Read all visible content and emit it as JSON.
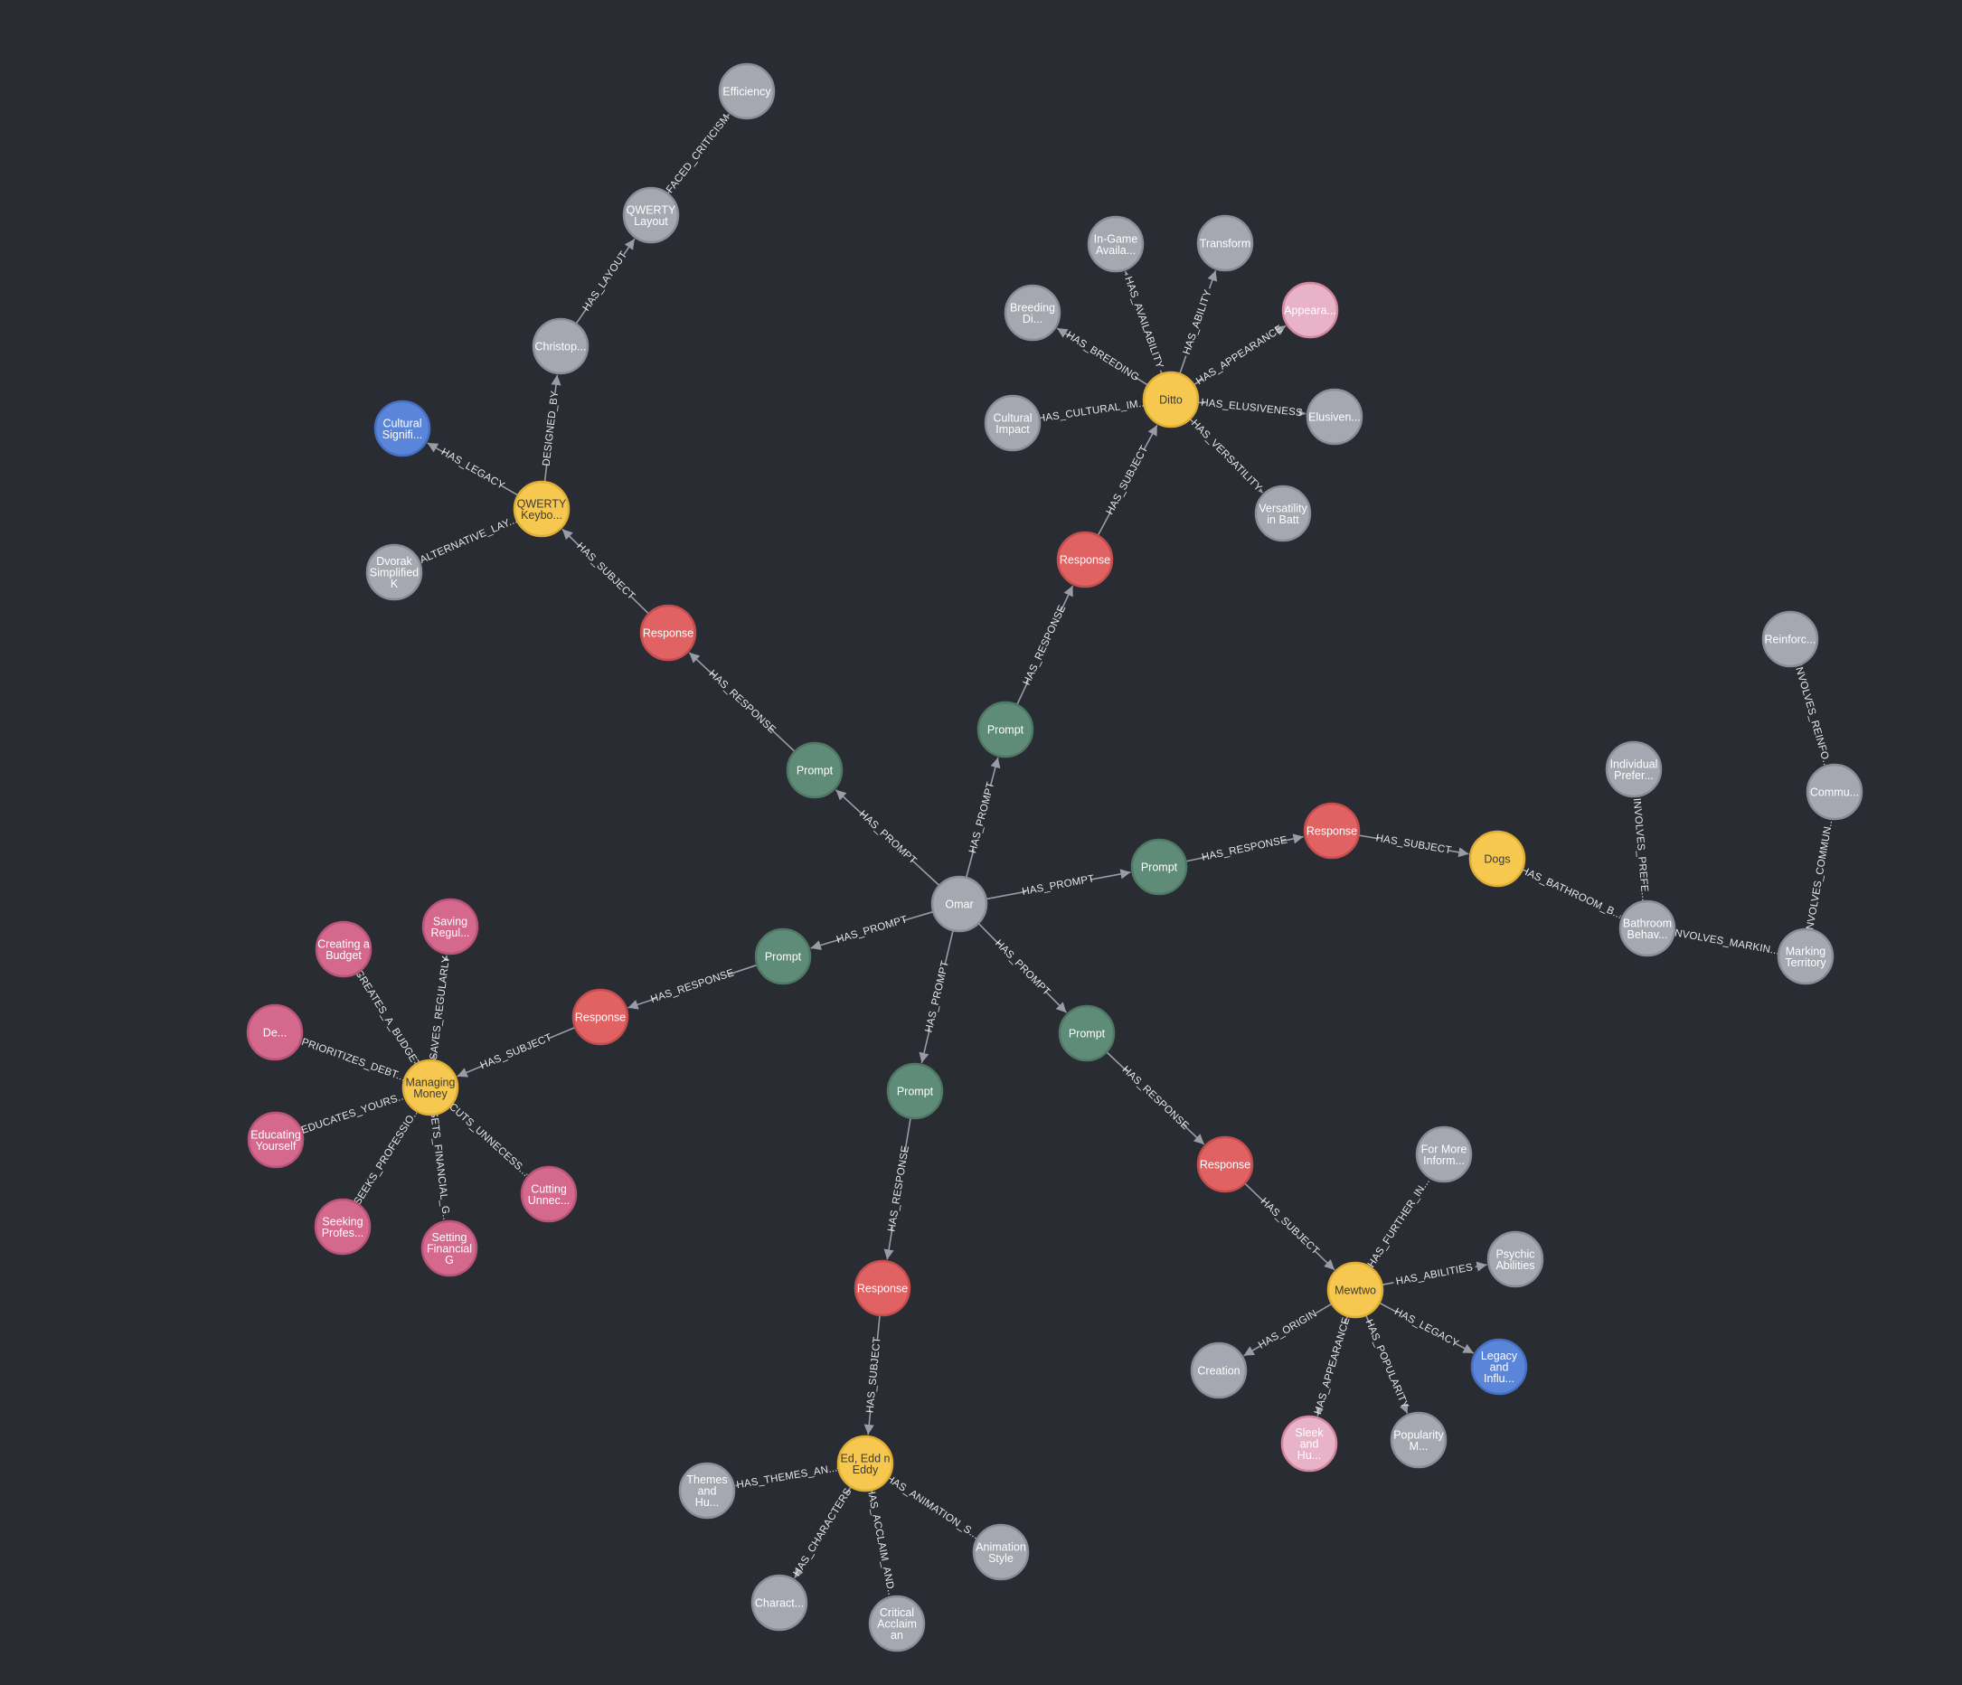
{
  "colors": {
    "background": "#2a2c33",
    "edge": "#9a9ca5",
    "edge_label": "#e6e7ea",
    "gray": {
      "fill": "#a5a7b1",
      "stroke": "#8b8d96",
      "text": "#ffffff"
    },
    "green": {
      "fill": "#5f8c78",
      "stroke": "#4f7864",
      "text": "#ffffff"
    },
    "red": {
      "fill": "#e06262",
      "stroke": "#c44d4d",
      "text": "#ffffff"
    },
    "yellow": {
      "fill": "#f6c84f",
      "stroke": "#dfae34",
      "text": "#3a3a3a"
    },
    "pink": {
      "fill": "#d4688d",
      "stroke": "#b95377",
      "text": "#ffffff"
    },
    "lightpink": {
      "fill": "#e8b3c7",
      "stroke": "#d4869f",
      "text": "#ffffff"
    },
    "blue": {
      "fill": "#5a85d9",
      "stroke": "#4470c4",
      "text": "#ffffff"
    }
  },
  "nodes": [
    {
      "id": "omar",
      "label": [
        "Omar"
      ],
      "color": "gray"
    },
    {
      "id": "p_qwerty",
      "label": [
        "Prompt"
      ],
      "color": "green"
    },
    {
      "id": "r_qwerty",
      "label": [
        "Response"
      ],
      "color": "red"
    },
    {
      "id": "qwerty",
      "label": [
        "QWERTY",
        "Keybo..."
      ],
      "color": "yellow"
    },
    {
      "id": "cultural_sig",
      "label": [
        "Cultural",
        "Signifi..."
      ],
      "color": "blue"
    },
    {
      "id": "dvorak",
      "label": [
        "Dvorak",
        "Simplified",
        "K"
      ],
      "color": "gray"
    },
    {
      "id": "christop",
      "label": [
        "Christop..."
      ],
      "color": "gray"
    },
    {
      "id": "qwerty_layout",
      "label": [
        "QWERTY",
        "Layout"
      ],
      "color": "gray"
    },
    {
      "id": "efficiency",
      "label": [
        "Efficiency"
      ],
      "color": "gray"
    },
    {
      "id": "p_ditto",
      "label": [
        "Prompt"
      ],
      "color": "green"
    },
    {
      "id": "r_ditto",
      "label": [
        "Response"
      ],
      "color": "red"
    },
    {
      "id": "ditto",
      "label": [
        "Ditto"
      ],
      "color": "yellow"
    },
    {
      "id": "ingame",
      "label": [
        "In-Game",
        "Availa..."
      ],
      "color": "gray"
    },
    {
      "id": "transform",
      "label": [
        "Transform"
      ],
      "color": "gray"
    },
    {
      "id": "breeding",
      "label": [
        "Breeding",
        "Di..."
      ],
      "color": "gray"
    },
    {
      "id": "appeara",
      "label": [
        "Appeara..."
      ],
      "color": "lightpink"
    },
    {
      "id": "cultural_impact",
      "label": [
        "Cultural",
        "Impact"
      ],
      "color": "gray"
    },
    {
      "id": "elusiven",
      "label": [
        "Elusiven..."
      ],
      "color": "gray"
    },
    {
      "id": "versatility",
      "label": [
        "Versatility",
        "in Batt"
      ],
      "color": "gray"
    },
    {
      "id": "p_dogs",
      "label": [
        "Prompt"
      ],
      "color": "green"
    },
    {
      "id": "r_dogs",
      "label": [
        "Response"
      ],
      "color": "red"
    },
    {
      "id": "dogs",
      "label": [
        "Dogs"
      ],
      "color": "yellow"
    },
    {
      "id": "bathroom",
      "label": [
        "Bathroom",
        "Behav..."
      ],
      "color": "gray"
    },
    {
      "id": "individual",
      "label": [
        "Individual",
        "Prefer..."
      ],
      "color": "gray"
    },
    {
      "id": "marking",
      "label": [
        "Marking",
        "Territory"
      ],
      "color": "gray"
    },
    {
      "id": "commu",
      "label": [
        "Commu..."
      ],
      "color": "gray"
    },
    {
      "id": "reinforc",
      "label": [
        "Reinforc..."
      ],
      "color": "gray"
    },
    {
      "id": "p_money",
      "label": [
        "Prompt"
      ],
      "color": "green"
    },
    {
      "id": "r_money",
      "label": [
        "Response"
      ],
      "color": "red"
    },
    {
      "id": "money",
      "label": [
        "Managing",
        "Money"
      ],
      "color": "yellow"
    },
    {
      "id": "creating_budget",
      "label": [
        "Creating a",
        "Budget"
      ],
      "color": "pink"
    },
    {
      "id": "saving_regul",
      "label": [
        "Saving",
        "Regul..."
      ],
      "color": "pink"
    },
    {
      "id": "de",
      "label": [
        "De..."
      ],
      "color": "pink"
    },
    {
      "id": "educating",
      "label": [
        "Educating",
        "Yourself"
      ],
      "color": "pink"
    },
    {
      "id": "seeking",
      "label": [
        "Seeking",
        "Profes..."
      ],
      "color": "pink"
    },
    {
      "id": "setting",
      "label": [
        "Setting",
        "Financial",
        "G"
      ],
      "color": "pink"
    },
    {
      "id": "cutting",
      "label": [
        "Cutting",
        "Unnec..."
      ],
      "color": "pink"
    },
    {
      "id": "p_ed",
      "label": [
        "Prompt"
      ],
      "color": "green"
    },
    {
      "id": "r_ed",
      "label": [
        "Response"
      ],
      "color": "red"
    },
    {
      "id": "ed",
      "label": [
        "Ed, Edd n",
        "Eddy"
      ],
      "color": "yellow"
    },
    {
      "id": "themes",
      "label": [
        "Themes",
        "and",
        "Hu..."
      ],
      "color": "gray"
    },
    {
      "id": "charact",
      "label": [
        "Charact..."
      ],
      "color": "gray"
    },
    {
      "id": "critical",
      "label": [
        "Critical",
        "Acclaim",
        "an"
      ],
      "color": "gray"
    },
    {
      "id": "animation",
      "label": [
        "Animation",
        "Style"
      ],
      "color": "gray"
    },
    {
      "id": "p_mewtwo",
      "label": [
        "Prompt"
      ],
      "color": "green"
    },
    {
      "id": "r_mewtwo",
      "label": [
        "Response"
      ],
      "color": "red"
    },
    {
      "id": "mewtwo",
      "label": [
        "Mewtwo"
      ],
      "color": "yellow"
    },
    {
      "id": "for_more",
      "label": [
        "For More",
        "Inform..."
      ],
      "color": "gray"
    },
    {
      "id": "psychic",
      "label": [
        "Psychic",
        "Abilities"
      ],
      "color": "gray"
    },
    {
      "id": "legacy",
      "label": [
        "Legacy",
        "and",
        "Influ..."
      ],
      "color": "blue"
    },
    {
      "id": "popularity",
      "label": [
        "Popularity",
        "M..."
      ],
      "color": "gray"
    },
    {
      "id": "sleek",
      "label": [
        "Sleek",
        "and",
        "Hu..."
      ],
      "color": "lightpink"
    },
    {
      "id": "creation",
      "label": [
        "Creation"
      ],
      "color": "gray"
    }
  ],
  "edges": [
    {
      "from": "omar",
      "to": "p_qwerty",
      "label": "HAS_PROMPT"
    },
    {
      "from": "p_qwerty",
      "to": "r_qwerty",
      "label": "HAS_RESPONSE"
    },
    {
      "from": "r_qwerty",
      "to": "qwerty",
      "label": "HAS_SUBJECT"
    },
    {
      "from": "qwerty",
      "to": "cultural_sig",
      "label": "HAS_LEGACY"
    },
    {
      "from": "qwerty",
      "to": "dvorak",
      "label": "ALTERNATIVE_LAY..."
    },
    {
      "from": "qwerty",
      "to": "christop",
      "label": "DESIGNED_BY"
    },
    {
      "from": "christop",
      "to": "qwerty_layout",
      "label": "HAS_LAYOUT"
    },
    {
      "from": "qwerty_layout",
      "to": "efficiency",
      "label": "FACED_CRITICISM"
    },
    {
      "from": "omar",
      "to": "p_ditto",
      "label": "HAS_PROMPT"
    },
    {
      "from": "p_ditto",
      "to": "r_ditto",
      "label": "HAS_RESPONSE"
    },
    {
      "from": "r_ditto",
      "to": "ditto",
      "label": "HAS_SUBJECT"
    },
    {
      "from": "ditto",
      "to": "ingame",
      "label": "HAS_AVAILABILITY"
    },
    {
      "from": "ditto",
      "to": "transform",
      "label": "HAS_ABILITY"
    },
    {
      "from": "ditto",
      "to": "breeding",
      "label": "HAS_BREEDING"
    },
    {
      "from": "ditto",
      "to": "appeara",
      "label": "HAS_APPEARANCE"
    },
    {
      "from": "ditto",
      "to": "cultural_impact",
      "label": "HAS_CULTURAL_IM..."
    },
    {
      "from": "ditto",
      "to": "elusiven",
      "label": "HAS_ELUSIVENESS"
    },
    {
      "from": "ditto",
      "to": "versatility",
      "label": "HAS_VERSATILITY"
    },
    {
      "from": "omar",
      "to": "p_dogs",
      "label": "HAS_PROMPT"
    },
    {
      "from": "p_dogs",
      "to": "r_dogs",
      "label": "HAS_RESPONSE"
    },
    {
      "from": "r_dogs",
      "to": "dogs",
      "label": "HAS_SUBJECT"
    },
    {
      "from": "dogs",
      "to": "bathroom",
      "label": "HAS_BATHROOM_B..."
    },
    {
      "from": "bathroom",
      "to": "individual",
      "label": "INVOLVES_PREFE..."
    },
    {
      "from": "bathroom",
      "to": "marking",
      "label": "INVOLVES_MARKIN..."
    },
    {
      "from": "marking",
      "to": "commu",
      "label": "INVOLVES_COMMUN..."
    },
    {
      "from": "commu",
      "to": "reinforc",
      "label": "INVOLVES_REINFO..."
    },
    {
      "from": "omar",
      "to": "p_money",
      "label": "HAS_PROMPT"
    },
    {
      "from": "p_money",
      "to": "r_money",
      "label": "HAS_RESPONSE"
    },
    {
      "from": "r_money",
      "to": "money",
      "label": "HAS_SUBJECT"
    },
    {
      "from": "money",
      "to": "creating_budget",
      "label": "CREATES_A_BUDGET"
    },
    {
      "from": "money",
      "to": "saving_regul",
      "label": "SAVES_REGULARLY"
    },
    {
      "from": "money",
      "to": "de",
      "label": "PRIORITIZES_DEBT..."
    },
    {
      "from": "money",
      "to": "educating",
      "label": "EDUCATES_YOURS..."
    },
    {
      "from": "money",
      "to": "seeking",
      "label": "SEEKS_PROFESSIO..."
    },
    {
      "from": "money",
      "to": "setting",
      "label": "SETS_FINANCIAL_G..."
    },
    {
      "from": "money",
      "to": "cutting",
      "label": "CUTS_UNNECESS..."
    },
    {
      "from": "omar",
      "to": "p_ed",
      "label": "HAS_PROMPT"
    },
    {
      "from": "p_ed",
      "to": "r_ed",
      "label": "HAS_RESPONSE"
    },
    {
      "from": "r_ed",
      "to": "ed",
      "label": "HAS_SUBJECT"
    },
    {
      "from": "ed",
      "to": "themes",
      "label": "HAS_THEMES_AN..."
    },
    {
      "from": "ed",
      "to": "charact",
      "label": "HAS_CHARACTERS"
    },
    {
      "from": "ed",
      "to": "critical",
      "label": "HAS_ACCLAIM_AND..."
    },
    {
      "from": "ed",
      "to": "animation",
      "label": "HAS_ANIMATION_S..."
    },
    {
      "from": "omar",
      "to": "p_mewtwo",
      "label": "HAS_PROMPT"
    },
    {
      "from": "p_mewtwo",
      "to": "r_mewtwo",
      "label": "HAS_RESPONSE"
    },
    {
      "from": "r_mewtwo",
      "to": "mewtwo",
      "label": "HAS_SUBJECT"
    },
    {
      "from": "mewtwo",
      "to": "for_more",
      "label": "HAS_FURTHER_IN..."
    },
    {
      "from": "mewtwo",
      "to": "psychic",
      "label": "HAS_ABILITIES"
    },
    {
      "from": "mewtwo",
      "to": "legacy",
      "label": "HAS_LEGACY"
    },
    {
      "from": "mewtwo",
      "to": "popularity",
      "label": "HAS_POPULARITY"
    },
    {
      "from": "mewtwo",
      "to": "sleek",
      "label": "HAS_APPEARANCE"
    },
    {
      "from": "mewtwo",
      "to": "creation",
      "label": "HAS_ORIGIN"
    }
  ]
}
